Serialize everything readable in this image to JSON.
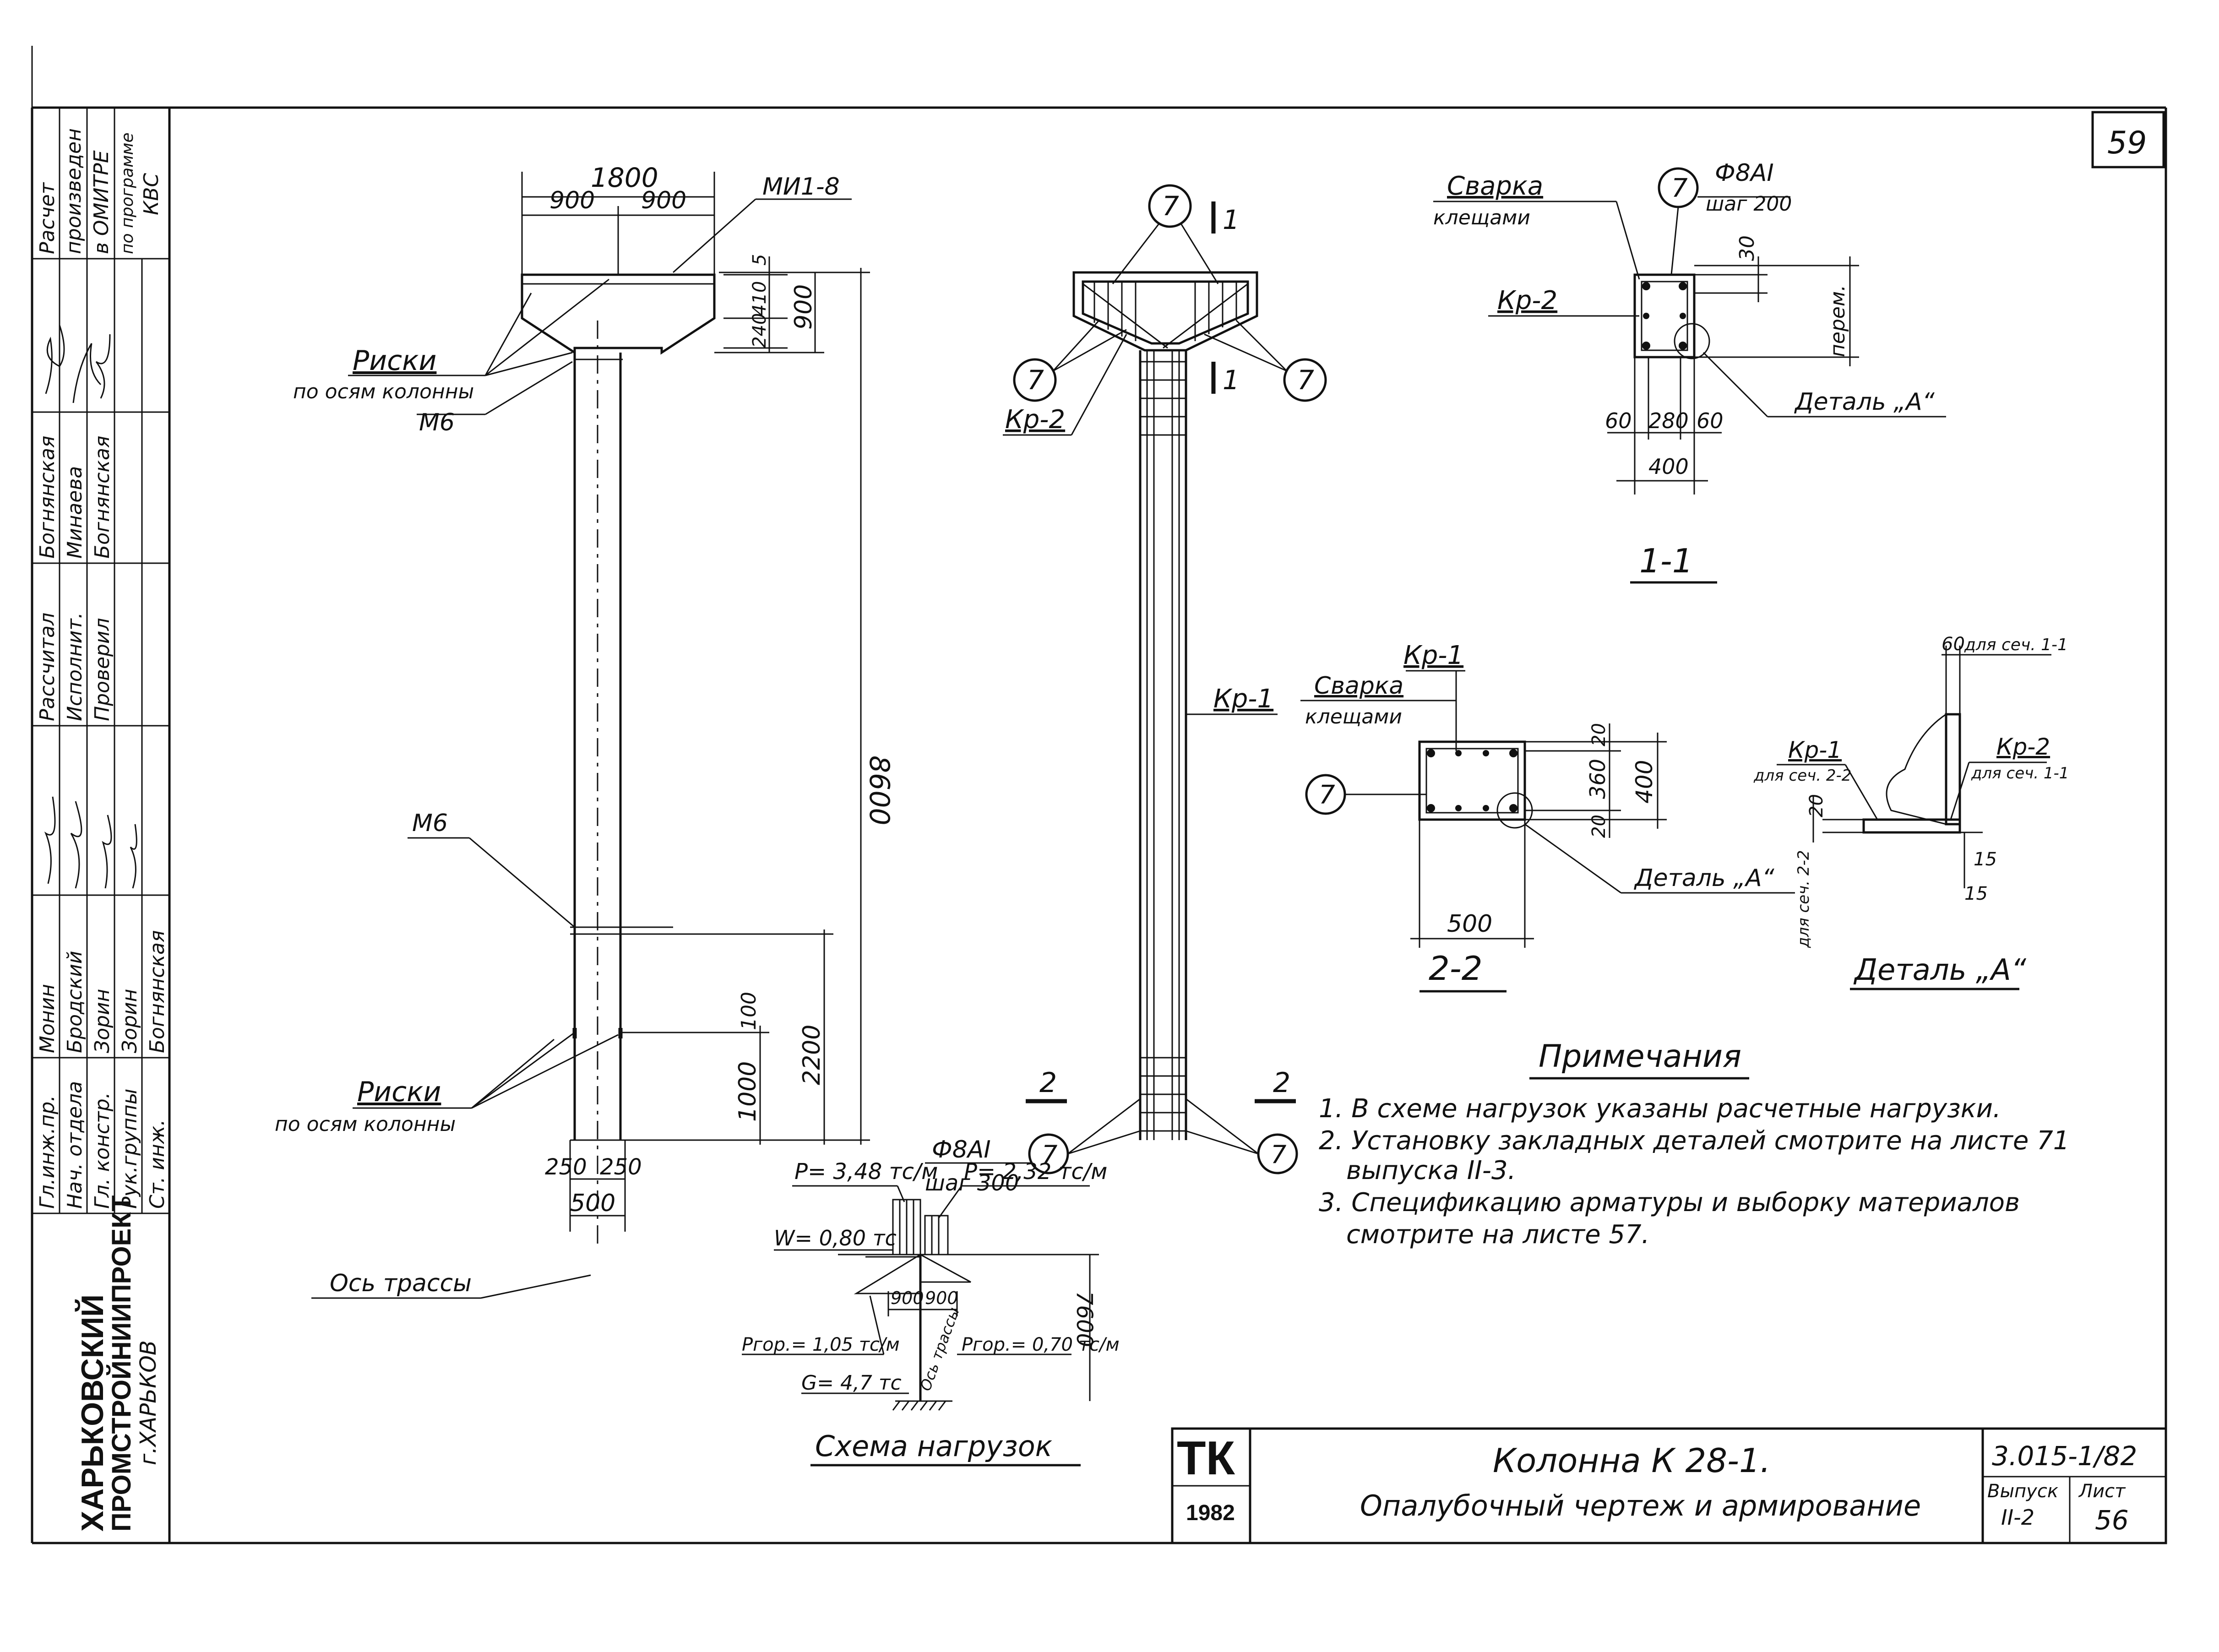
{
  "sheet_number": "59",
  "approval_stamp": [
    "Расчет произведен в ОМИТРЕ по программе КВС"
  ],
  "signatories": {
    "roles_col1": [
      "Гл.инж.пр.",
      "Нач. отдела",
      "Гл. констр.",
      "Рук.группы",
      "Ст. инж."
    ],
    "names_col1": [
      "Монин",
      "Бродский",
      "Зорин",
      "Зорин",
      "Богнянская"
    ],
    "roles_col2": [
      "Рассчитал",
      "Исполнит.",
      "Проверил"
    ],
    "names_col2": [
      "Богнянская",
      "Минаева",
      "Богнянская"
    ]
  },
  "org": {
    "line1": "ХАРЬКОВСКИЙ",
    "line2": "ПРОМСТРОЙНИИПРОЕКТ",
    "line3": "г.ХАРЬКОВ"
  },
  "elevation": {
    "dim_top": "1800",
    "dim_half_l": "900",
    "dim_half_r": "900",
    "mark_mi": "МИ1-8",
    "dim_5": "5",
    "dim_410": "410",
    "dim_240": "240",
    "dim_900": "900",
    "dim_8600": "8600",
    "dim_2200": "2200",
    "dim_100": "100",
    "dim_1000": "1000",
    "dim_250_l": "250",
    "dim_250_r": "250",
    "dim_500": "500",
    "riski_top": "Риски",
    "riski_top_sub": "по осям колонны",
    "m6_top": "М6",
    "m6_mid": "М6",
    "riski_bot": "Риски",
    "riski_bot_sub": "по осям колонны",
    "axis": "Ось трассы"
  },
  "reinforcement": {
    "pos7": "7",
    "sec1": "1",
    "kr2": "Кр-2",
    "kr1": "Кр-1",
    "sec2": "2",
    "bar": "Ф8АI",
    "step": "шаг 300"
  },
  "section_11": {
    "title": "1-1",
    "weld": "Сварка",
    "weld_sub": "клещами",
    "pos7": "7",
    "bar": "Ф8АI",
    "step": "шаг 200",
    "kr2": "Кр-2",
    "dim_30": "30",
    "dim_perem": "перем.",
    "dim_60l": "60",
    "dim_280": "280",
    "dim_60r": "60",
    "dim_400": "400",
    "detail": "Деталь „А“"
  },
  "section_22": {
    "title": "2-2",
    "kr1": "Кр-1",
    "weld": "Сварка",
    "weld_sub": "клещами",
    "pos7": "7",
    "dim_20t": "20",
    "dim_360": "360",
    "dim_400": "400",
    "dim_20b": "20",
    "dim_500": "500",
    "detail": "Деталь „А“"
  },
  "detail_a": {
    "title": "Деталь „А“",
    "dim_60": "60",
    "for_11_top": "для сеч. 1-1",
    "kr1": "Кр-1",
    "for_22": "для сеч. 2-2",
    "kr2": "Кр-2",
    "for_11": "для сеч. 1-1",
    "dim_20": "20",
    "dim_15a": "15",
    "dim_15b": "15",
    "for_22_side": "для сеч. 2-2"
  },
  "load_scheme": {
    "title": "Схема нагрузок",
    "p_left": "P= 3,48 тс/м",
    "p_right": "P= 2,32 тс/м",
    "w": "W= 0,80 тс",
    "dim_900l": "900",
    "dim_900r": "900",
    "dim_7600": "7600",
    "pgor_l": "Pгор.= 1,05 тс/м",
    "pgor_r": "Pгор.= 0,70 тс/м",
    "g": "G= 4,7 тс",
    "axis": "Ось трассы"
  },
  "notes": {
    "title": "Примечания",
    "items": [
      "1. В схеме нагрузок указаны расчетные нагрузки.",
      "2. Установку закладных деталей смотрите на листе 71",
      "выпуска II-3.",
      "3. Спецификацию арматуры и выборку материалов",
      "смотрите на листе 57."
    ]
  },
  "title_block": {
    "logo": "ТК",
    "year": "1982",
    "name": "Колонна К 28-1.",
    "subtitle": "Опалубочный чертеж и армирование",
    "code": "3.015-1/82",
    "issue_label": "Выпуск",
    "issue": "II-2",
    "sheet_label": "Лист",
    "sheet": "56"
  }
}
